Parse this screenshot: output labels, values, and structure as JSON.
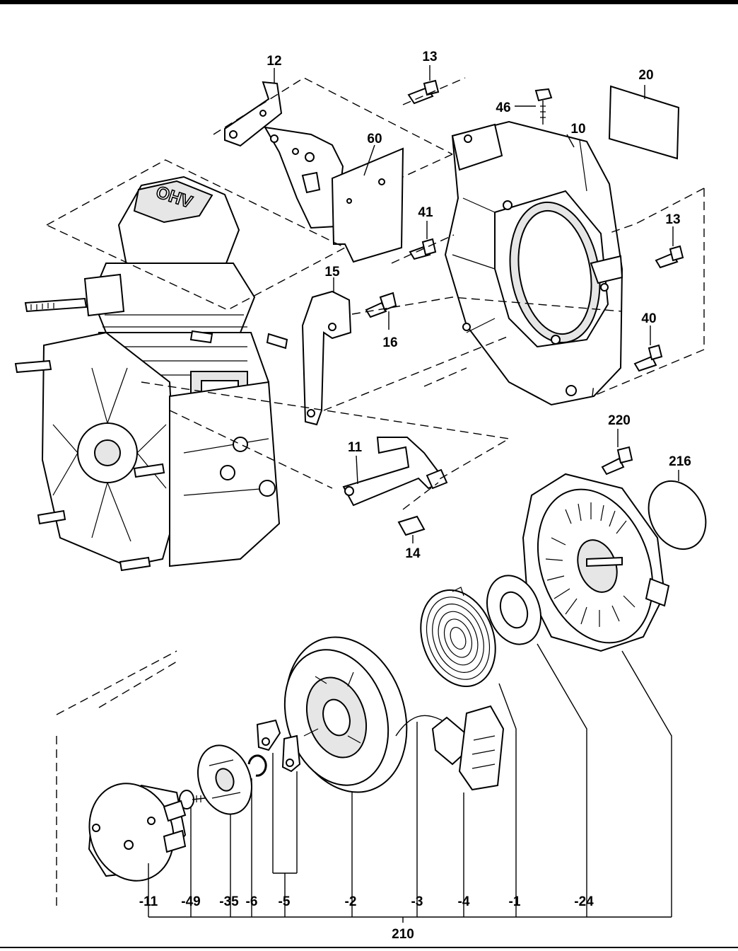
{
  "diagram": {
    "labels": {
      "p12": "12",
      "p13a": "13",
      "p20": "20",
      "p46": "46",
      "p10": "10",
      "p60": "60",
      "p41": "41",
      "p13b": "13",
      "p15": "15",
      "p16": "16",
      "p40": "40",
      "p220": "220",
      "p216": "216",
      "p11": "11",
      "p14": "14",
      "b11": "-11",
      "b49": "-49",
      "b35": "-35",
      "b6": "-6",
      "b5": "-5",
      "b2": "-2",
      "b3": "-3",
      "b4": "-4",
      "b1": "-1",
      "b24": "-24",
      "p210": "210"
    },
    "cover_logo": "OHV"
  }
}
